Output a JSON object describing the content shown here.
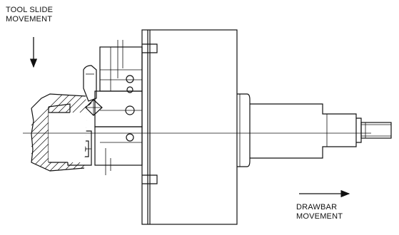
{
  "labels": {
    "tool_slide_line1": "TOOL SLIDE",
    "tool_slide_line2": "MOVEMENT",
    "drawbar_line1": "DRAWBAR",
    "drawbar_line2": "MOVEMENT"
  }
}
